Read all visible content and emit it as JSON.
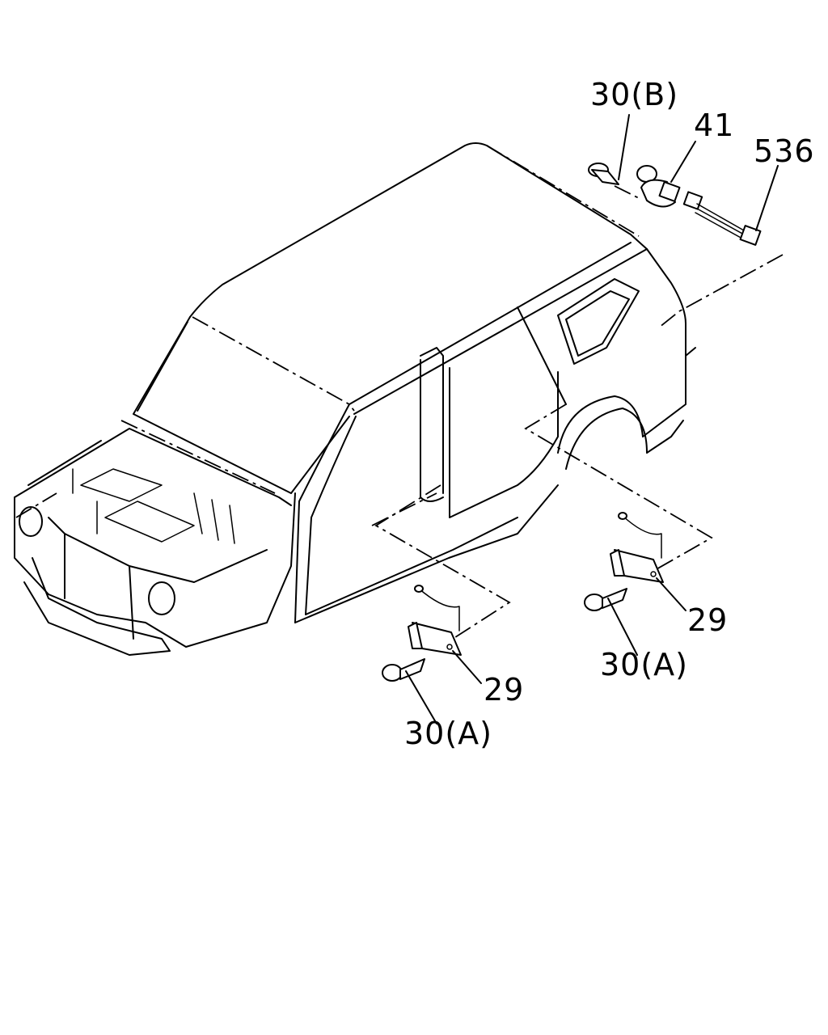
{
  "callouts": {
    "c30b": "30(B)",
    "c41": "41",
    "c536": "536",
    "c29_right": "29",
    "c30a_right": "30(A)",
    "c29_left": "29",
    "c30a_left": "30(A)"
  }
}
